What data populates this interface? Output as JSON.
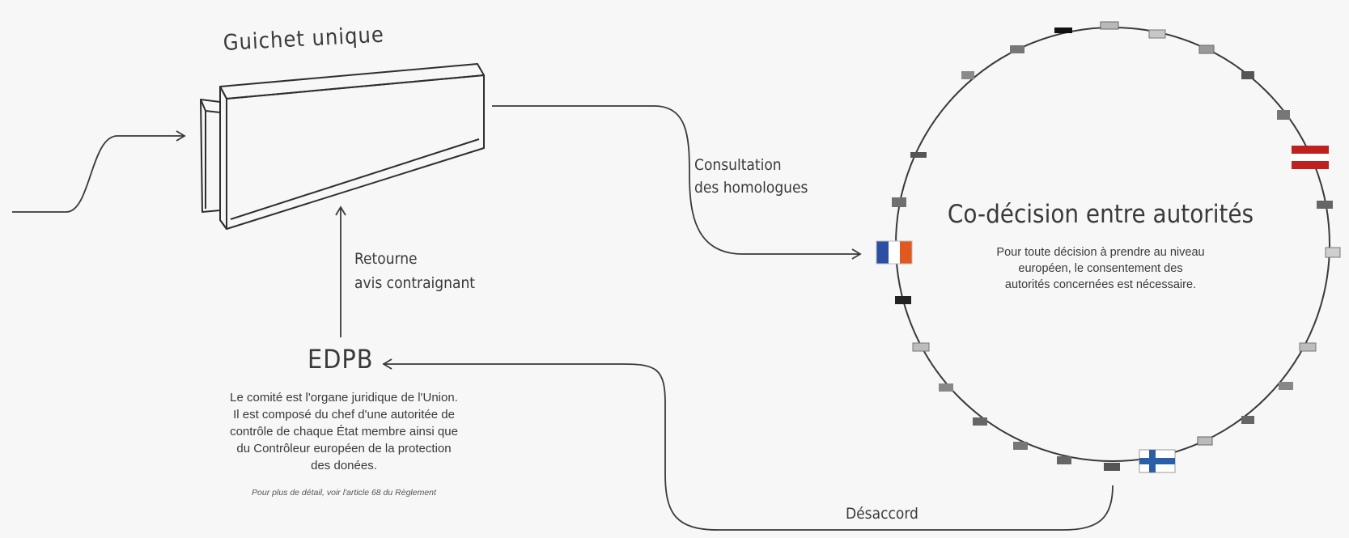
{
  "guichet": {
    "title": "Guichet unique"
  },
  "arrows": {
    "consultation_line1": "Consultation",
    "consultation_line2": "des homologues",
    "retourne_line1": "Retourne",
    "retourne_line2": "avis contraignant",
    "desaccord": "Désaccord"
  },
  "edpb": {
    "title": "EDPB",
    "description_lines": [
      "Le comité est l'organe juridique de l'Union.",
      "Il est composé du chef d'une autoritée de",
      "contrôle de chaque État membre ainsi que",
      "du Contrôleur européen de la protection",
      "des donées."
    ],
    "note": "Pour plus de détail, voir l'article 68 du Règlement"
  },
  "codecision": {
    "title": "Co-décision entre autorités",
    "description_lines": [
      "Pour toute décision à prendre au niveau",
      "européen, le consentement des",
      "autorités concernées est nécessaire."
    ]
  },
  "flags": {
    "france": [
      "#2b4fa1",
      "#ffffff",
      "#e05a1f"
    ],
    "austria": [
      "#c0201f",
      "#ffffff",
      "#c0201f"
    ],
    "finland_cross": "#2b5ea8",
    "placeholder_color": "#6b6b6b"
  },
  "colors": {
    "line": "#3a3a3a",
    "background": "#f7f7f7"
  }
}
